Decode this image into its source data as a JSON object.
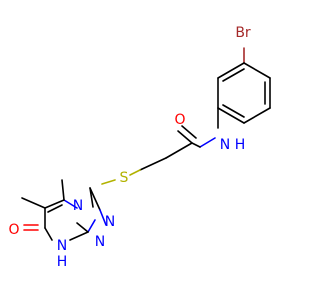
{
  "colors": {
    "carbon": "#000000",
    "oxygen": "#ff0000",
    "nitrogen": "#0000ff",
    "sulfur": "#b2b200",
    "bromine": "#a52a2a"
  },
  "atoms": {
    "br": "Br",
    "o_amide": "O",
    "nh_amide": "N",
    "h_amide": "H",
    "s": "S",
    "n_bridge": "N",
    "n_triazole_1": "N",
    "n_triazole_2": "N",
    "nh_ring": "N",
    "h_ring": "H",
    "o_ring": "O"
  }
}
